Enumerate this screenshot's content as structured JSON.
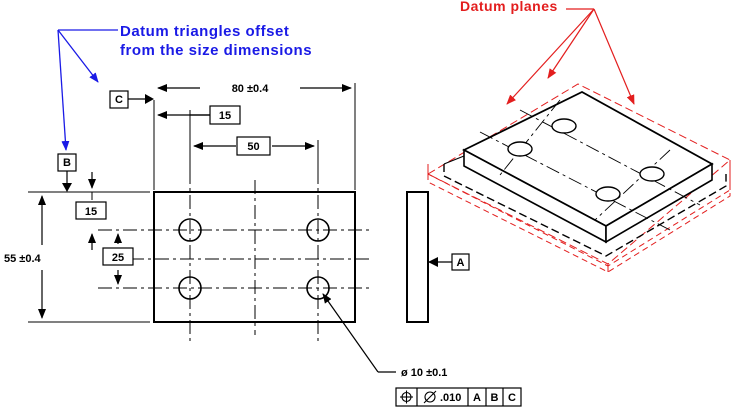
{
  "annotations": {
    "datum_note_line1": "Datum triangles offset",
    "datum_note_line2": "from the size dimensions",
    "datum_planes": "Datum planes"
  },
  "dimensions": {
    "width": "80 ±0.4",
    "height": "55 ±0.4",
    "hole_x_offset": "15",
    "hole_x_spacing": "50",
    "hole_y_offset": "15",
    "hole_y_spacing": "25",
    "hole_diameter": "ø 10 ±0.1"
  },
  "datums": {
    "c": "C",
    "b": "B",
    "a": "A"
  },
  "feature_control_frame": {
    "symbol_icon": "position-icon",
    "tolerance": ".010",
    "diameter_icon": "diameter-icon",
    "datum1": "A",
    "datum2": "B",
    "datum3": "C"
  },
  "colors": {
    "blue_note": "#1a1ae6",
    "red_note": "#e31e1e",
    "line": "#000000"
  }
}
